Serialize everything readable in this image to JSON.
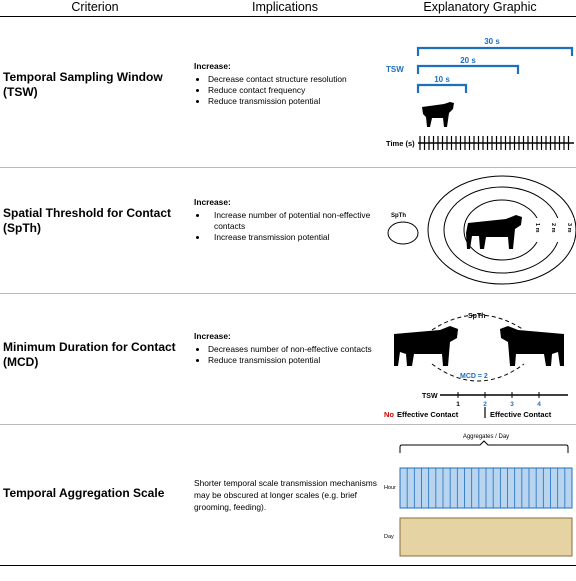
{
  "header": {
    "criterion": "Criterion",
    "implications": "Implications",
    "graphic": "Explanatory Graphic"
  },
  "rows": [
    {
      "criterion": "Temporal Sampling Window (TSW)",
      "lead": "Increase:",
      "bullets": [
        "Decrease contact structure resolution",
        "Reduce contact frequency",
        "Reduce transmission potential"
      ],
      "graphic": {
        "tsw_label": "TSW",
        "bars": [
          "30 s",
          "20 s",
          "10 s"
        ],
        "time_label": "Time (s)",
        "bar_color": "#1f6fbf"
      }
    },
    {
      "criterion": "Spatial Threshold for Contact (SpTh)",
      "lead": "Increase:",
      "bullets": [
        "Increase number of potential non-effective contacts",
        "Increase transmission potential"
      ],
      "graphic": {
        "spth_label": "SpTh",
        "ring_labels": [
          "1 m",
          "2 m",
          "3 m"
        ]
      }
    },
    {
      "criterion": "Minimum Duration for Contact (MCD)",
      "lead": "Increase:",
      "bullets": [
        "Decreases number of non-effective contacts",
        "Reduce transmission potential"
      ],
      "graphic": {
        "spth_label": "SpTh",
        "mcd_label": "MCD = 2",
        "tsw_label": "TSW",
        "ticks": [
          "1",
          "2",
          "3",
          "4"
        ],
        "no_word": "No",
        "no_effective": "Effective Contact",
        "effective": "Effective Contact",
        "accent": "#1f6fbf",
        "no_color": "#cc0000"
      }
    },
    {
      "criterion": "Temporal Aggregation Scale",
      "text": "Shorter temporal scale transmission mechanisms may be obscured at longer scales (e.g. brief grooming, feeding).",
      "graphic": {
        "title": "Aggregates / Day",
        "hour_label": "Hour",
        "day_label": "Day",
        "hour_color": "#b8d4ee",
        "hour_line_color": "#1f6fbf",
        "day_color": "#e6d3a3",
        "day_border": "#8a6d3b"
      }
    }
  ]
}
